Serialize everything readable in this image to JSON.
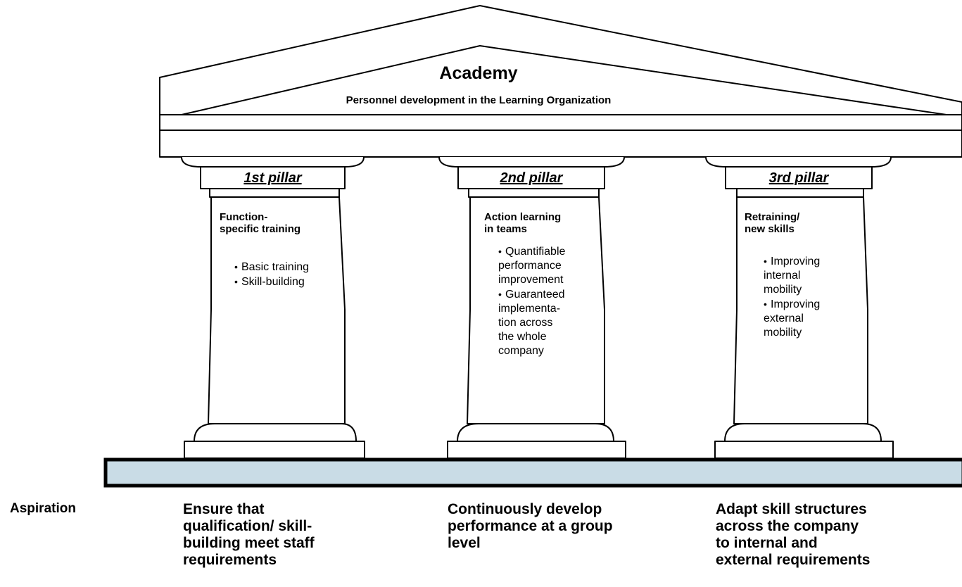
{
  "roof": {
    "title": "Academy",
    "subtitle": "Personnel development in the Learning Organization"
  },
  "pillars": [
    {
      "label": "1st pillar",
      "heading_lines": [
        "Function-",
        "specific training"
      ],
      "bullets": [
        [
          "Basic training"
        ],
        [
          "Skill-building"
        ]
      ],
      "aspiration_lines": [
        "Ensure that",
        "qualification/ skill-",
        "building meet staff",
        "requirements"
      ]
    },
    {
      "label": "2nd pillar",
      "heading_lines": [
        "Action learning",
        "in teams"
      ],
      "bullets": [
        [
          "Quantifiable",
          "performance",
          "improvement"
        ],
        [
          "Guaranteed",
          "implementa-",
          "tion across",
          "the whole",
          "company"
        ]
      ],
      "aspiration_lines": [
        "Continuously develop",
        "performance at a group",
        "level"
      ]
    },
    {
      "label": "3rd pillar",
      "heading_lines": [
        "Retraining/",
        "new skills"
      ],
      "bullets": [
        [
          "Improving",
          "internal",
          "mobility"
        ],
        [
          "Improving",
          "external",
          "mobility"
        ]
      ],
      "aspiration_lines": [
        "Adapt skill structures",
        "across the company",
        "to internal and",
        "external requirements"
      ]
    }
  ],
  "aspiration_label": "Aspiration",
  "colors": {
    "outline": "#000000",
    "foundation_fill": "#c9dce6",
    "background": "#ffffff"
  },
  "bullet_glyph": "•"
}
